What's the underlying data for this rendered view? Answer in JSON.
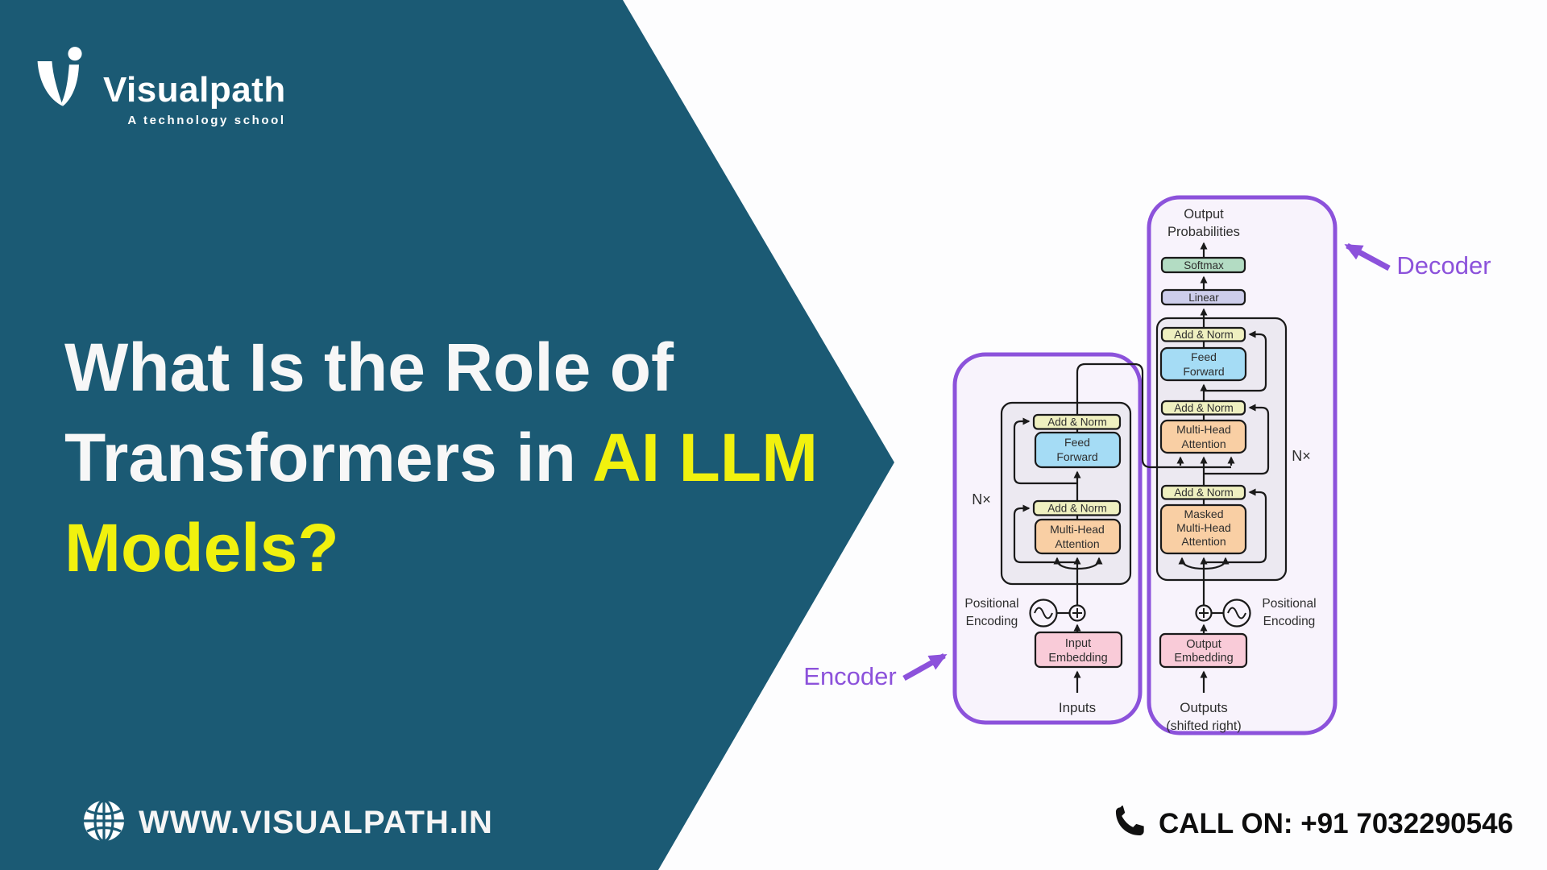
{
  "brand": {
    "name": "Visualpath",
    "tagline": "A technology school"
  },
  "title": {
    "line1": "What Is the Role of",
    "line2_prefix": "Transformers in ",
    "line2_highlight": "AI LLM",
    "line3": "Models?"
  },
  "contact": {
    "website": "WWW.VISUALPATH.IN",
    "phone": "CALL ON: +91 7032290546"
  },
  "diagram": {
    "encoder_label": "Encoder",
    "decoder_label": "Decoder",
    "n_times": "N×",
    "output_probabilities_line1": "Output",
    "output_probabilities_line2": "Probabilities",
    "softmax": "Softmax",
    "linear": "Linear",
    "add_norm": "Add & Norm",
    "feed_forward_line1": "Feed",
    "feed_forward_line2": "Forward",
    "mha_line1": "Multi-Head",
    "mha_line2": "Attention",
    "masked_line1": "Masked",
    "masked_line2": "Multi-Head",
    "masked_line3": "Attention",
    "pos_enc_line1": "Positional",
    "pos_enc_line2": "Encoding",
    "input_emb_line1": "Input",
    "input_emb_line2": "Embedding",
    "output_emb_line1": "Output",
    "output_emb_line2": "Embedding",
    "inputs": "Inputs",
    "outputs_line1": "Outputs",
    "outputs_line2": "(shifted right)"
  },
  "colors": {
    "teal": "#1B5A74",
    "yellow": "#F1F10E",
    "purple": "#8C52DB",
    "box_outer_fill": "#F8F3FC",
    "box_inner_fill": "#ECE9F1",
    "orange": "#F9CFA4",
    "blue": "#A5DCF5",
    "green": "#B3DCC3",
    "pink": "#F9CBD8",
    "pale_yellow": "#EFF0C0",
    "lavender": "#CDCDEB"
  }
}
